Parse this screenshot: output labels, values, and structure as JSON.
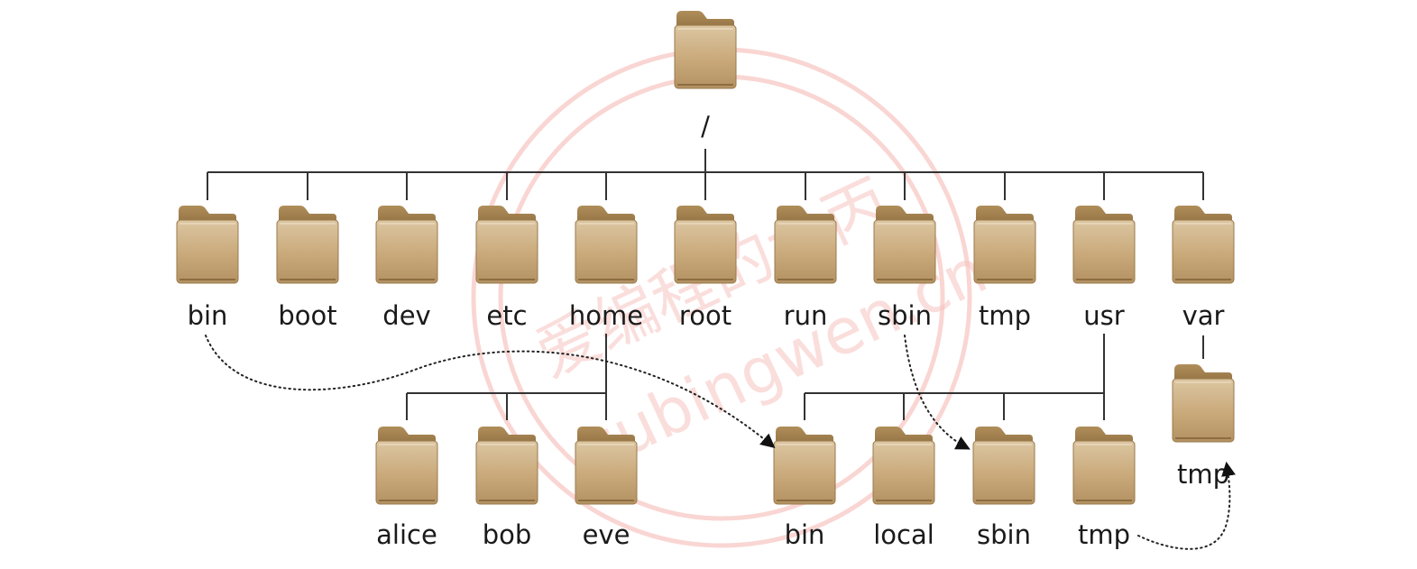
{
  "root": {
    "label": "/"
  },
  "level1": [
    "bin",
    "boot",
    "dev",
    "etc",
    "home",
    "root",
    "run",
    "sbin",
    "tmp",
    "usr",
    "var"
  ],
  "home_children": [
    "alice",
    "bob",
    "eve"
  ],
  "usr_children": [
    "bin",
    "local",
    "sbin",
    "tmp"
  ],
  "var_children": [
    "tmp"
  ],
  "watermark": {
    "text": "爱编程的大丙",
    "url": "subingwen.cn"
  },
  "colors": {
    "folder_body": "#c9a97a",
    "folder_tab": "#a5824f",
    "line": "#333333",
    "watermark": "#f6c4c0"
  },
  "icon": "folder-icon"
}
